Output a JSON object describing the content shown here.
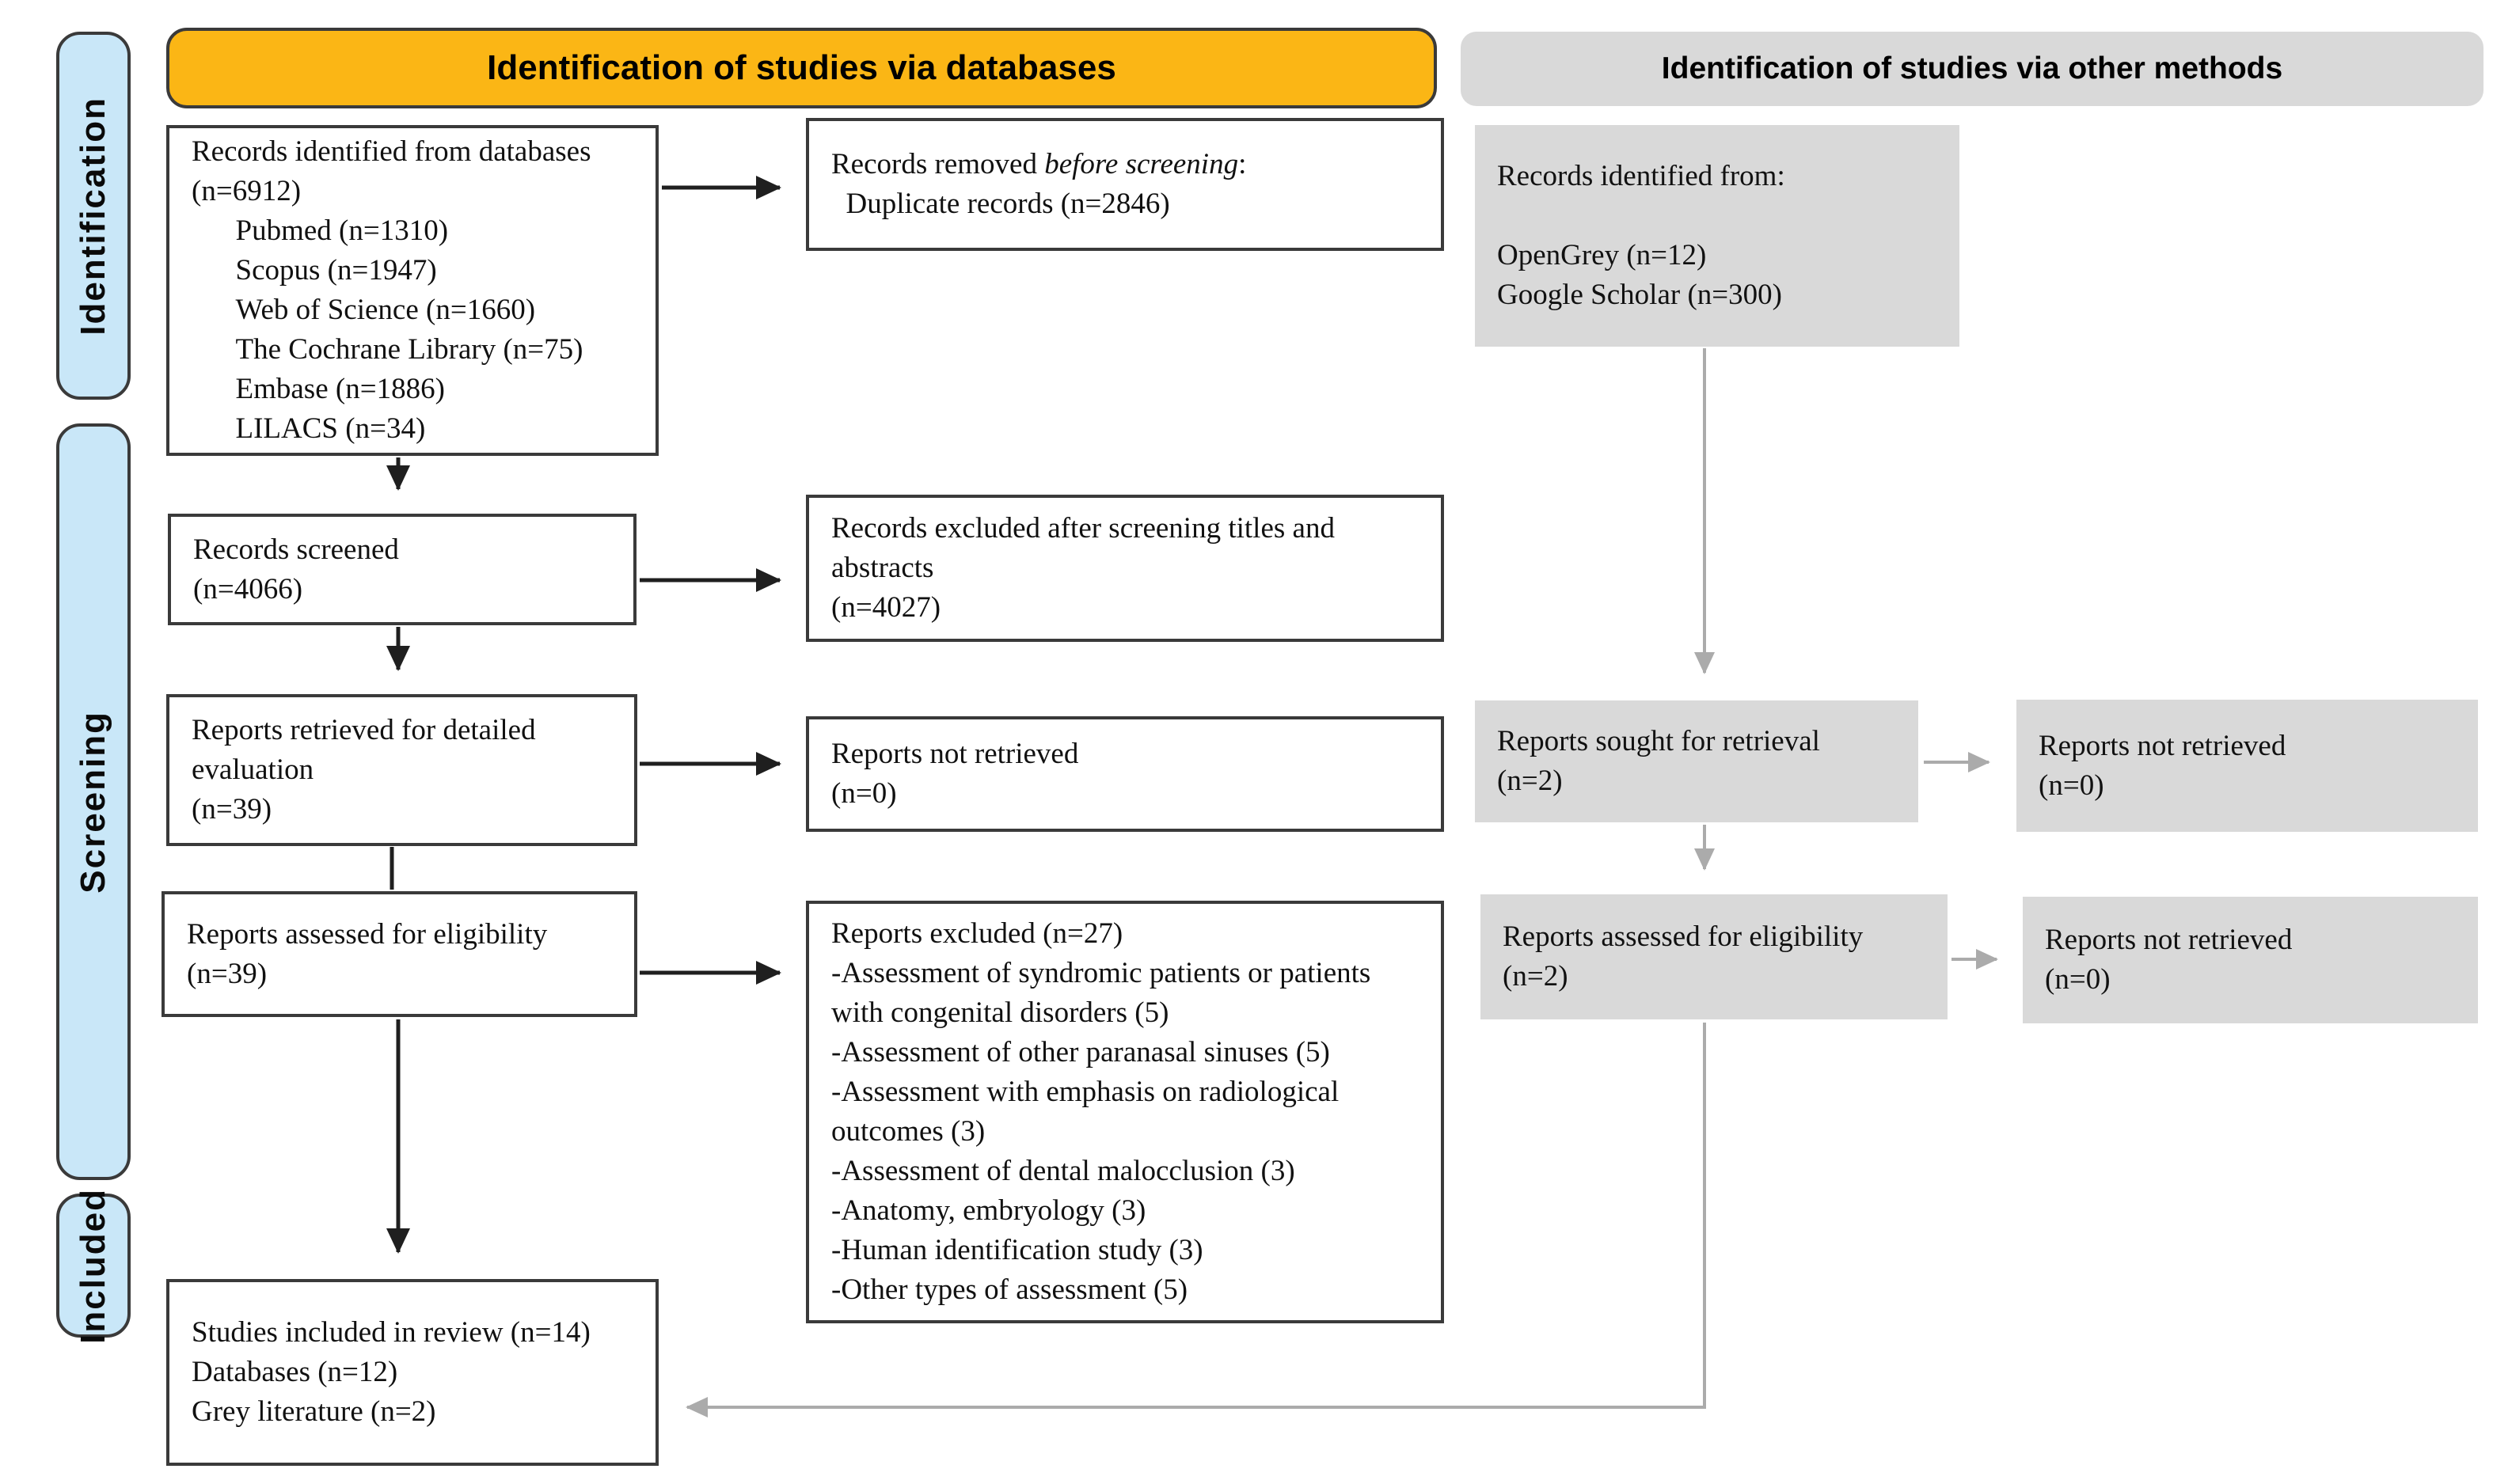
{
  "headers": {
    "databases": "Identification of studies via databases",
    "other_methods": "Identification of studies via other methods"
  },
  "sidebar": {
    "identification": "Identification",
    "screening": "Screening",
    "included": "Included"
  },
  "boxes": {
    "records_identified_db": {
      "lines": [
        "Records identified from databases",
        "(n=6912)",
        "      Pubmed (n=1310)",
        "      Scopus (n=1947)",
        "      Web of Science (n=1660)",
        "      The Cochrane Library (n=75)",
        "      Embase (n=1886)",
        "      LILACS (n=34)"
      ]
    },
    "records_removed": {
      "text_prefix": "Records removed ",
      "text_italic": "before screening",
      "text_suffix": ":",
      "line2": "  Duplicate records (n=2846)"
    },
    "records_screened": {
      "lines": [
        "Records screened",
        "(n=4066)"
      ]
    },
    "records_excluded": {
      "lines": [
        "Records excluded after screening titles and",
        "abstracts",
        "(n=4027)"
      ]
    },
    "reports_retrieved": {
      "lines": [
        "Reports retrieved for detailed",
        "evaluation",
        "(n=39)"
      ]
    },
    "reports_not_retrieved_db": {
      "lines": [
        "Reports not retrieved",
        "(n=0)"
      ]
    },
    "reports_assessed_db": {
      "lines": [
        "Reports assessed for eligibility",
        "(n=39)"
      ]
    },
    "reports_excluded": {
      "lines": [
        "Reports excluded (n=27)",
        "-Assessment of syndromic patients or patients",
        "with congenital disorders (5)",
        "-Assessment of other paranasal sinuses (5)",
        "-Assessment with emphasis on radiological",
        "outcomes (3)",
        "-Assessment of dental malocclusion (3)",
        "-Anatomy, embryology (3)",
        "-Human identification study (3)",
        "-Other types of assessment (5)"
      ]
    },
    "studies_included": {
      "lines": [
        "Studies included in review (n=14)",
        "Databases (n=12)",
        "Grey literature (n=2)"
      ]
    },
    "records_identified_other": {
      "lines": [
        "Records identified from:",
        " ",
        "OpenGrey (n=12)",
        "Google Scholar (n=300)"
      ]
    },
    "reports_sought_other": {
      "lines": [
        "Reports sought for retrieval",
        "(n=2)"
      ]
    },
    "reports_not_retrieved_other_1": {
      "lines": [
        "Reports not retrieved",
        "(n=0)"
      ]
    },
    "reports_assessed_other": {
      "lines": [
        "Reports assessed for eligibility",
        "(n=2)"
      ]
    },
    "reports_not_retrieved_other_2": {
      "lines": [
        "Reports not retrieved",
        "(n=0)"
      ]
    }
  },
  "colors": {
    "header_databases_bg": "#FBB615",
    "header_other_bg": "#D9D9D9",
    "sidebar_bg": "#C9E7F8",
    "gray_box_bg": "#D9D9D9",
    "box_border": "#3A3A3A",
    "arrow_primary": "#1F1F1F",
    "arrow_secondary": "#ABABAB"
  }
}
